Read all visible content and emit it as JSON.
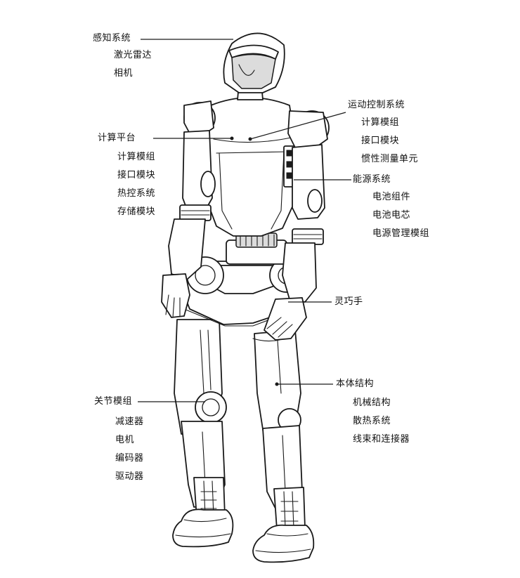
{
  "labels": {
    "perception": {
      "title": "感知系统",
      "items": [
        "激光雷达",
        "相机"
      ]
    },
    "compute": {
      "title": "计算平台",
      "items": [
        "计算模组",
        "接口模块",
        "热控系统",
        "存储模块"
      ]
    },
    "motion_control": {
      "title": "运动控制系统",
      "items": [
        "计算模组",
        "接口模块",
        "惯性测量单元"
      ]
    },
    "energy": {
      "title": "能源系统",
      "items": [
        "电池组件",
        "电池电芯",
        "电源管理模组"
      ]
    },
    "dexterous_hand": {
      "title": "灵巧手"
    },
    "body_structure": {
      "title": "本体结构",
      "items": [
        "机械结构",
        "散热系统",
        "线束和连接器"
      ]
    },
    "joint_module": {
      "title": "关节模组",
      "items": [
        "减速器",
        "电机",
        "编码器",
        "驱动器"
      ]
    }
  },
  "colors": {
    "line": "#1a1a1a",
    "text": "#111111",
    "background": "#ffffff"
  }
}
